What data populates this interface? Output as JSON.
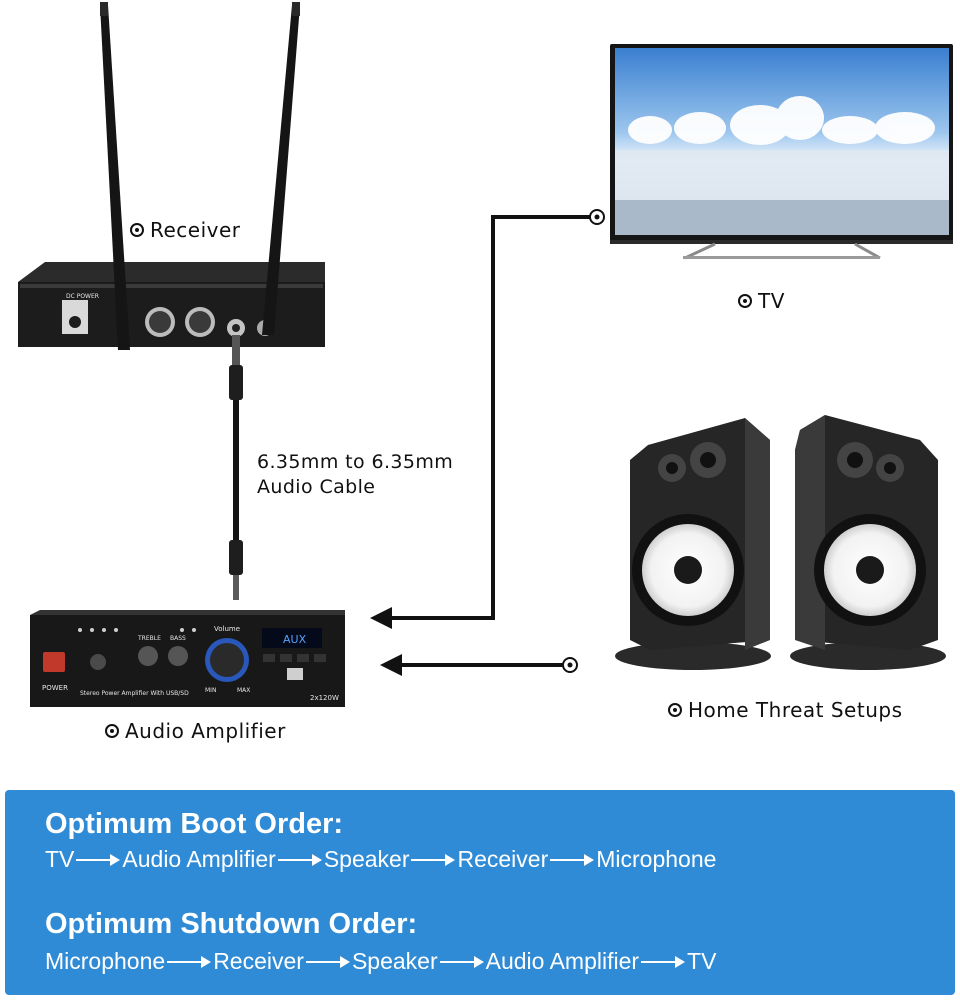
{
  "labels": {
    "receiver": "Receiver",
    "tv": "TV",
    "amplifier": "Audio Amplifier",
    "speakers": "Home Threat Setups",
    "cable_line1": "6.35mm to 6.35mm",
    "cable_line2": "Audio Cable"
  },
  "device_text": {
    "receiver_power": "DC POWER",
    "amp_power": "POWER",
    "amp_display": "AUX",
    "amp_volume": "Volume",
    "amp_treble": "TREBLE",
    "amp_bass": "BASS",
    "amp_min": "MIN",
    "amp_max": "MAX",
    "amp_model": "Stereo Power Amplifier With USB/SD",
    "amp_watt": "2x120W"
  },
  "boot": {
    "heading": "Optimum Boot Order:",
    "steps": [
      "TV",
      "Audio Amplifier",
      "Speaker",
      "Receiver",
      "Microphone"
    ]
  },
  "shutdown": {
    "heading": "Optimum Shutdown Order:",
    "steps": [
      "Microphone",
      "Receiver",
      "Speaker",
      "Audio Amplifier",
      "TV"
    ]
  },
  "colors": {
    "panel": "#2f8bd6",
    "device": "#1c1c1c",
    "accent_blue": "#2f6cf0"
  }
}
